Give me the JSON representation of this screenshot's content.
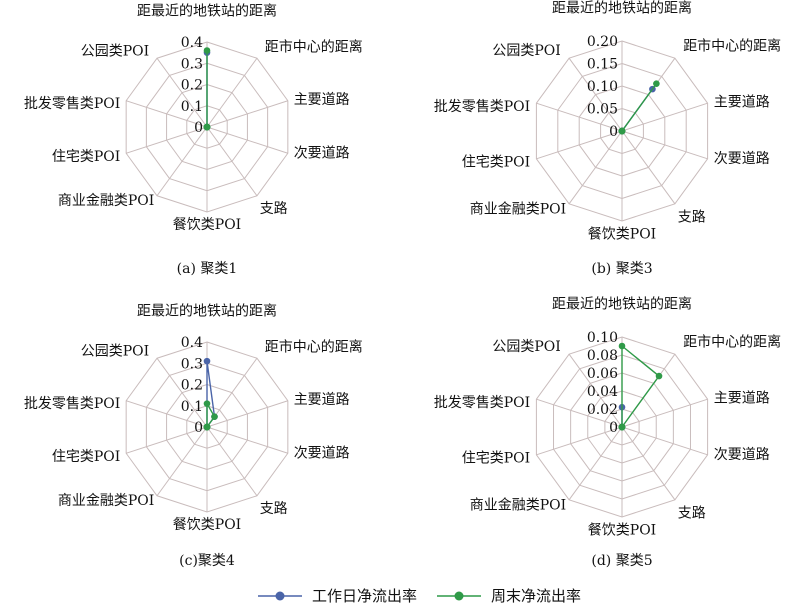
{
  "chart_data": [
    {
      "type": "radar",
      "caption": "(a) 聚类1",
      "axes": [
        "距最近的地铁站的距离",
        "距市中心的距离",
        "主要道路",
        "次要道路",
        "支路",
        "餐饮类POI",
        "商业金融类POI",
        "住宅类POI",
        "批发零售类POI",
        "公园类POI"
      ],
      "ticks": [
        "0",
        "0.1",
        "0.2",
        "0.3",
        "0.4"
      ],
      "rmax": 0.4,
      "series": [
        {
          "name": "工作日净流出率",
          "color": "#4a64a8",
          "values": [
            0.35,
            0,
            0,
            0,
            0,
            0,
            0,
            0,
            0,
            0
          ]
        },
        {
          "name": "周末净流出率",
          "color": "#2f9a48",
          "values": [
            0.36,
            0,
            0,
            0,
            0,
            0,
            0,
            0,
            0,
            0
          ]
        }
      ]
    },
    {
      "type": "radar",
      "caption": "(b) 聚类3",
      "axes": [
        "距最近的地铁站的距离",
        "距市中心的距离",
        "主要道路",
        "次要道路",
        "支路",
        "餐饮类POI",
        "商业金融类POI",
        "住宅类POI",
        "批发零售类POI",
        "公园类POI"
      ],
      "ticks": [
        "0",
        "0.05",
        "0.10",
        "0.15",
        "0.20"
      ],
      "rmax": 0.2,
      "series": [
        {
          "name": "工作日净流出率",
          "color": "#4a64a8",
          "values": [
            0,
            0.115,
            0,
            0,
            0,
            0,
            0,
            0,
            0,
            0
          ]
        },
        {
          "name": "周末净流出率",
          "color": "#2f9a48",
          "values": [
            0,
            0.13,
            0,
            0,
            0,
            0,
            0,
            0,
            0,
            0
          ]
        }
      ]
    },
    {
      "type": "radar",
      "caption": "(c)聚类4",
      "axes": [
        "距最近的地铁站的距离",
        "距市中心的距离",
        "主要道路",
        "次要道路",
        "支路",
        "餐饮类POI",
        "商业金融类POI",
        "住宅类POI",
        "批发零售类POI",
        "公园类POI"
      ],
      "ticks": [
        "0",
        "0.1",
        "0.2",
        "0.3",
        "0.4"
      ],
      "rmax": 0.4,
      "series": [
        {
          "name": "工作日净流出率",
          "color": "#4a64a8",
          "values": [
            0.31,
            0.06,
            0,
            0,
            0,
            0,
            0,
            0,
            0,
            0
          ]
        },
        {
          "name": "周末净流出率",
          "color": "#2f9a48",
          "values": [
            0.11,
            0.06,
            0,
            0,
            0,
            0,
            0,
            0,
            0,
            0
          ]
        }
      ]
    },
    {
      "type": "radar",
      "caption": "(d) 聚类5",
      "axes": [
        "距最近的地铁站的距离",
        "距市中心的距离",
        "主要道路",
        "次要道路",
        "支路",
        "餐饮类POI",
        "商业金融类POI",
        "住宅类POI",
        "批发零售类POI",
        "公园类POI"
      ],
      "ticks": [
        "0",
        "0.02",
        "0.04",
        "0.06",
        "0.08",
        "0.10"
      ],
      "rmax": 0.1,
      "series": [
        {
          "name": "工作日净流出率",
          "color": "#4a64a8",
          "values": [
            0.022,
            0,
            0,
            0,
            0,
            0,
            0,
            0,
            0,
            0
          ]
        },
        {
          "name": "周末净流出率",
          "color": "#2f9a48",
          "values": [
            0.09,
            0.07,
            0,
            0,
            0,
            0,
            0,
            0,
            0,
            0
          ]
        }
      ]
    }
  ],
  "legend": {
    "items": [
      {
        "label": "工作日净流出率",
        "color": "#4a64a8"
      },
      {
        "label": "周末净流出率",
        "color": "#2f9a48"
      }
    ]
  }
}
